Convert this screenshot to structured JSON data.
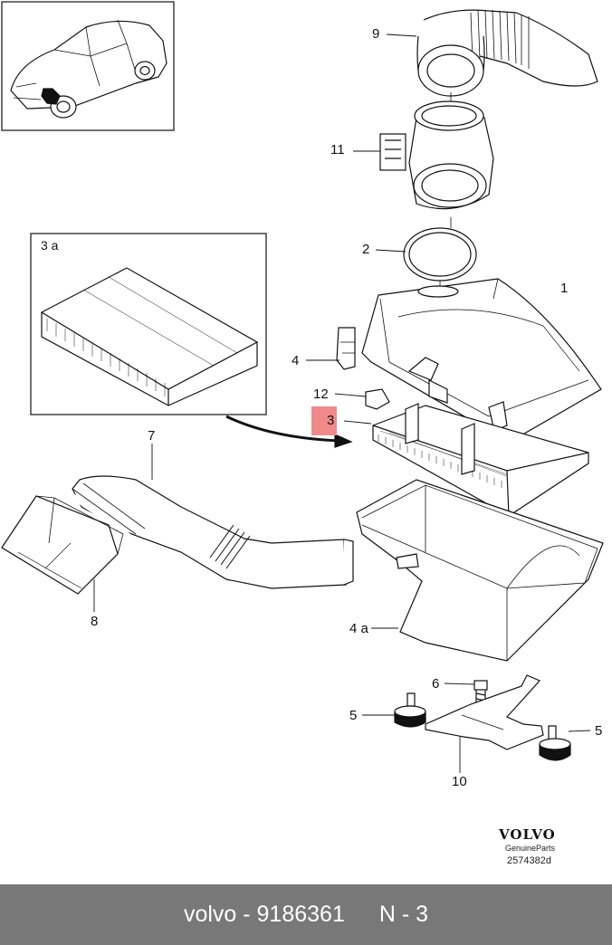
{
  "callouts": {
    "c9": "9",
    "c11": "11",
    "c2": "2",
    "c1": "1",
    "c4": "4",
    "c12": "12",
    "c3": "3",
    "c7": "7",
    "c8": "8",
    "c4a": "4 a",
    "c6": "6",
    "c5_left": "5",
    "c5_right": "5",
    "c10": "10",
    "inset3a": "3 a"
  },
  "branding": {
    "logo": "VOLVO",
    "line1": "GenuineParts",
    "code": "2574382d"
  },
  "footer": {
    "part": "volvo - 9186361",
    "ref": "N - 3"
  },
  "colors": {
    "highlight": "#f08a8a",
    "footer_bg": "#787878",
    "line": "#111111"
  }
}
